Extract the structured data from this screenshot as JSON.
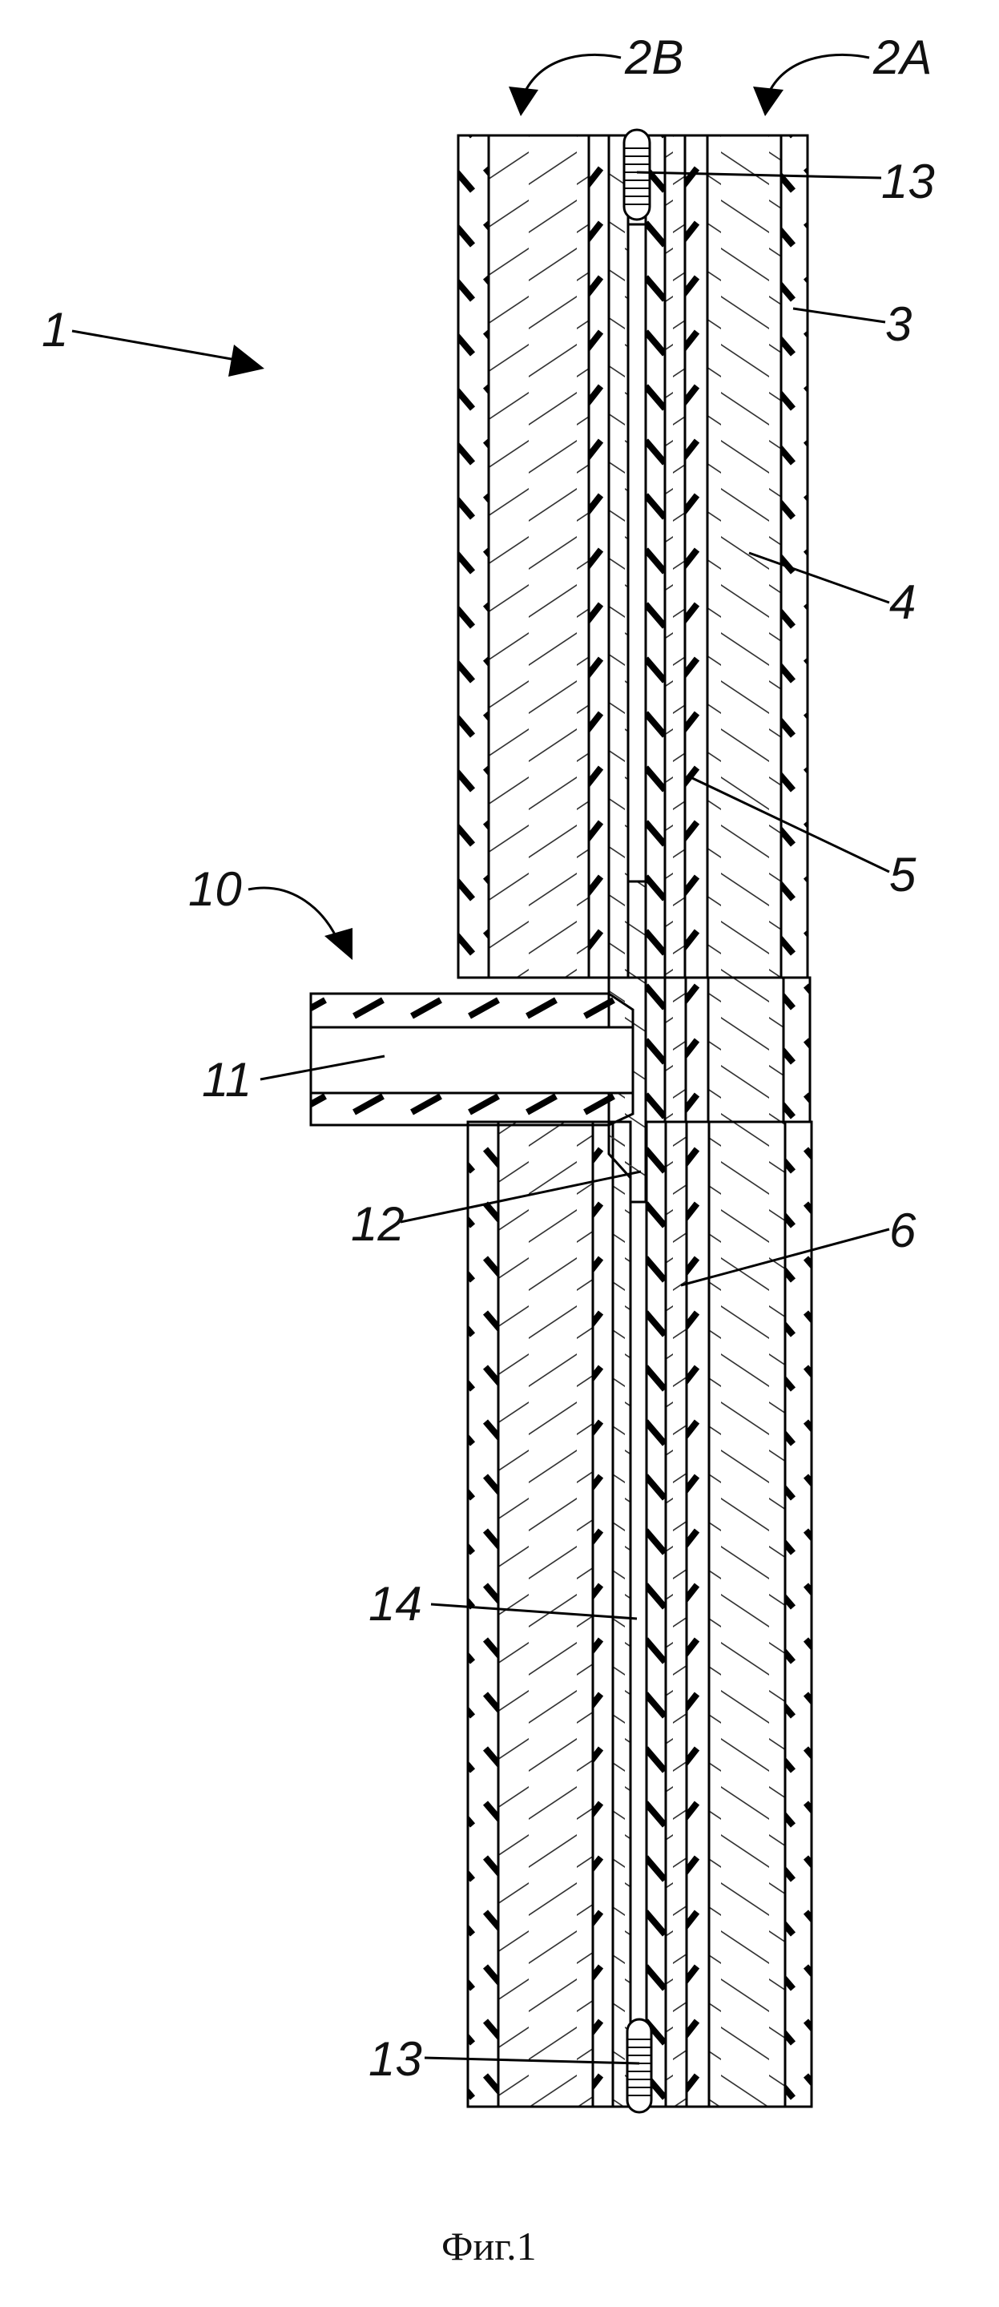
{
  "figure": {
    "caption": "Фиг.1",
    "labels": {
      "device": "1",
      "half_b": "2B",
      "half_a": "2A",
      "layer_3": "3",
      "layer_4": "4",
      "layer_5": "5",
      "layer_6": "6",
      "port_assembly": "10",
      "port_channel": "11",
      "port_flange": "12",
      "seal": "13",
      "cavity": "14"
    }
  }
}
